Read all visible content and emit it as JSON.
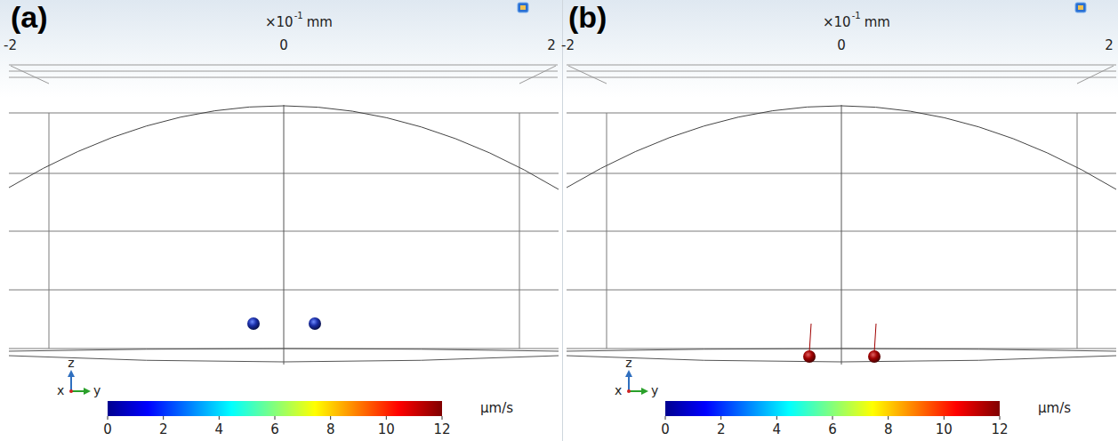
{
  "diagram": {
    "labels": [
      "(a)",
      "×10",
      "-1",
      "mm",
      "-2",
      "0",
      "2",
      "z",
      "y",
      "x",
      "0",
      "2",
      "4",
      "6",
      "8",
      "10",
      "12",
      "µm/s",
      "(b)",
      "×10",
      "-1",
      "mm",
      "-2",
      "0",
      "2",
      "z",
      "y",
      "x",
      "0",
      "2",
      "4",
      "6",
      "8",
      "10",
      "12",
      "µm/s"
    ]
  }
}
